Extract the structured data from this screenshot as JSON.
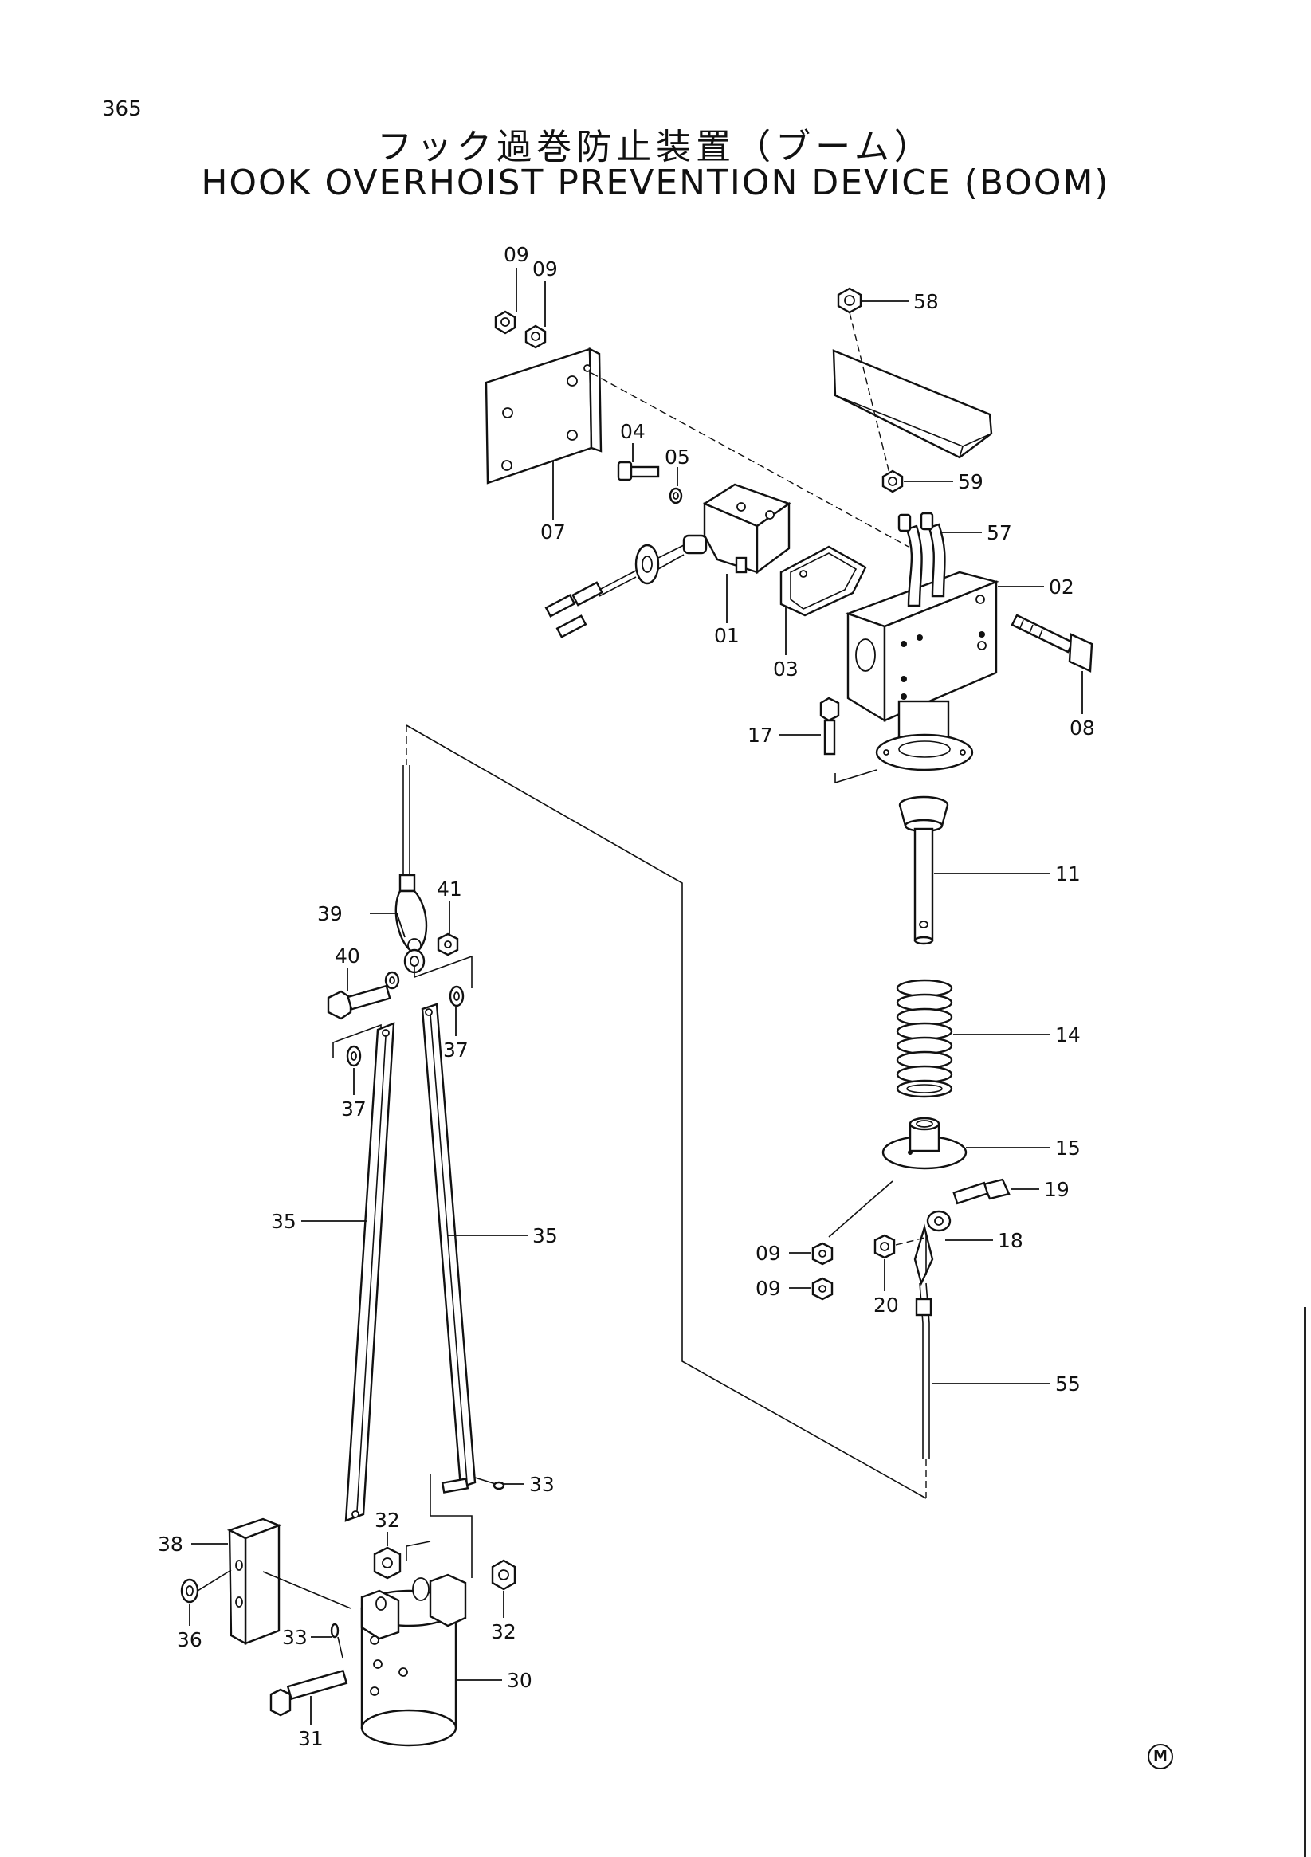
{
  "header": {
    "page_number": "365",
    "title_jp": "フック過巻防止装置（ブーム）",
    "title_en": "HOOK OVERHOIST PREVENTION DEVICE (BOOM)"
  },
  "footer": {
    "mark": "M"
  },
  "callouts": [
    "09",
    "09",
    "58",
    "04",
    "05",
    "59",
    "57",
    "02",
    "07",
    "01",
    "03",
    "08",
    "17",
    "11",
    "41",
    "39",
    "40",
    "37",
    "37",
    "14",
    "15",
    "19",
    "35",
    "35",
    "18",
    "09",
    "09",
    "20",
    "55",
    "33",
    "32",
    "38",
    "36",
    "33",
    "32",
    "30",
    "31"
  ]
}
